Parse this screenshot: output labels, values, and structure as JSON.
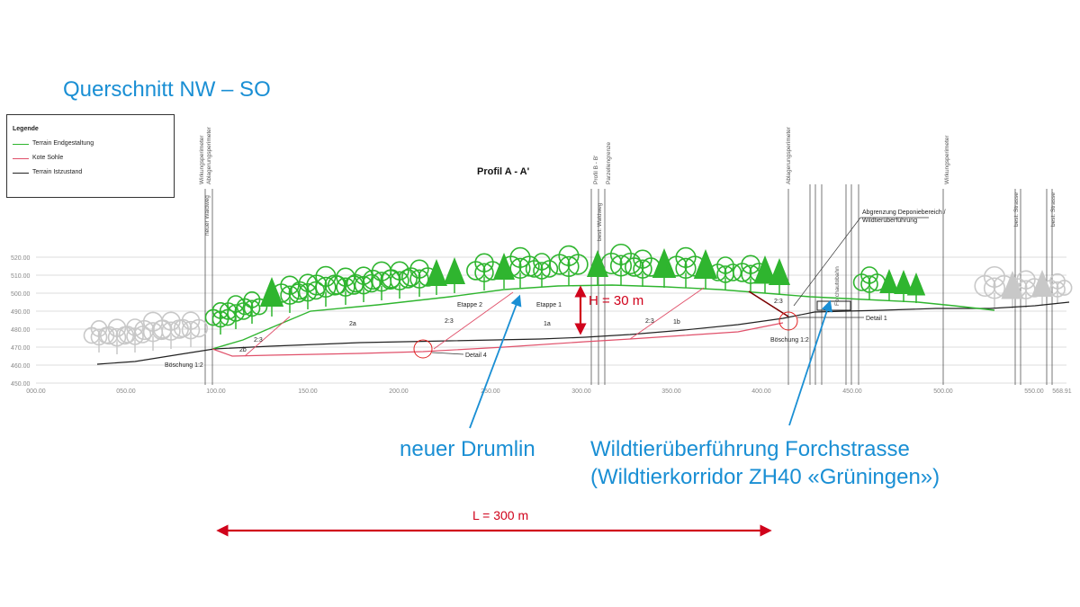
{
  "slide": {
    "title": "Querschnitt NW – SO"
  },
  "legend": {
    "title": "Legende",
    "items": [
      {
        "label": "Terrain Endgestaltung",
        "color": "#2fb52f"
      },
      {
        "label": "Kote Sohle",
        "color": "#e0506a"
      },
      {
        "label": "Terrain Istzustand",
        "color": "#222222"
      }
    ]
  },
  "profile": {
    "title": "Profil A - A'",
    "elevation_ticks": [
      "520.00",
      "510.00",
      "500.00",
      "490.00",
      "480.00",
      "470.00",
      "460.00",
      "450.00"
    ],
    "station_ticks": [
      "000.00",
      "050.00",
      "100.00",
      "150.00",
      "200.00",
      "250.00",
      "300.00",
      "350.00",
      "400.00",
      "450.00",
      "500.00",
      "550.00",
      "568.91"
    ],
    "vertical_labels": [
      "Wirkungsperimeter",
      "Ablagerungsperimeter",
      "neuer Waldweg",
      "Profil B - B'",
      "Parzellengrenze",
      "best. Waldweg",
      "Ablagerungsperimeter",
      "Forchautobahn",
      "Wirkungsperimeter",
      "best. Strasse",
      "best. Strasse"
    ],
    "annotations": {
      "etappe_2": "Etappe 2",
      "etappe_1": "Etappe 1",
      "zone_2a": "2a",
      "zone_2b": "2b",
      "zone_1a": "1a",
      "zone_1b": "1b",
      "slope_a": "2:3",
      "slope_b": "2:3",
      "slope_c": "2:3",
      "slope_d": "2:3",
      "boeschung_left": "Böschung 1:2",
      "boeschung_right": "Böschung 1:2",
      "detail_1": "Detail 1",
      "detail_4": "Detail 4",
      "abgrenzung_line1": "Abgrenzung Deponiebereich /",
      "abgrenzung_line2": "Wildtierüberführung"
    }
  },
  "callouts": {
    "height": "H = 30 m",
    "length": "L = 300 m",
    "drumlin": "neuer Drumlin",
    "wildlife_line1": "Wildtierüberführung Forchstrasse",
    "wildlife_line2": "(Wildtierkorridor ZH40 «Grüningen»)"
  },
  "colors": {
    "accent_blue": "#1a8fd4",
    "dimension_red": "#d0021b",
    "terrain_final": "#2fb52f",
    "sole": "#e0506a",
    "terrain_existing": "#222222",
    "tree_green": "#2fb52f",
    "tree_grey": "#c8c8c8"
  }
}
